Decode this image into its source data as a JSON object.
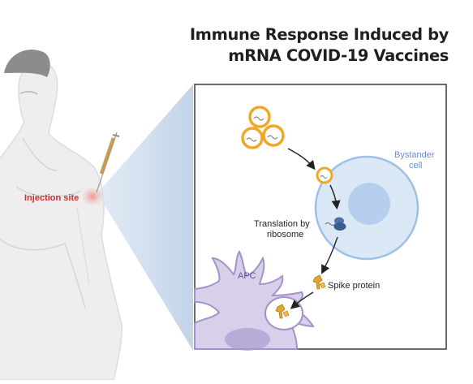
{
  "title": {
    "line1": "Immune Response Induced by",
    "line2": "mRNA COVID-19 Vaccines"
  },
  "labels": {
    "injection_site": "Injection site",
    "bystander_line1": "Bystander",
    "bystander_line2": "cell",
    "translation_line1": "Translation by",
    "translation_line2": "ribosome",
    "apc": "APC",
    "spike_protein": "Spike protein"
  },
  "colors": {
    "injection_label": "#c8312b",
    "cell_label": "#6d8fc4",
    "apc_label": "#6a4b9c",
    "lnp_orange": "#f0a728",
    "apc_fill": "#d8d0ea",
    "cell_fill": "#dbe9f7",
    "nucleus_fill": "#b7cfee"
  }
}
